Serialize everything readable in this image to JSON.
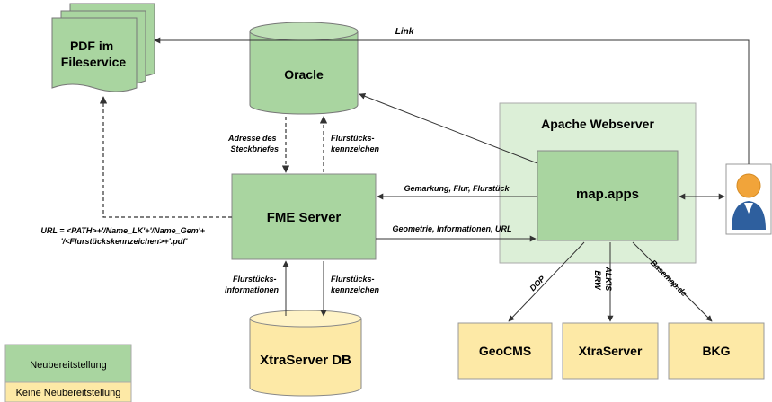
{
  "colors": {
    "green": "#a9d5a0",
    "green_dark": "#8cc486",
    "light_green_panel": "#dcefd7",
    "yellow": "#fde9a6",
    "yellow_dark": "#e8d38a",
    "person_head": "#f1a43a",
    "person_body": "#2e5f9e",
    "arrow": "#333333"
  },
  "nodes": {
    "pdf": "PDF im\nFileservice",
    "oracle": "Oracle",
    "fme": "FME Server",
    "apache": "Apache Webserver",
    "mapapps": "map.apps",
    "xtradb": "XtraServer DB",
    "geocms": "GeoCMS",
    "xtraserver": "XtraServer",
    "bkg": "BKG",
    "user_icon": "person-icon"
  },
  "edges": {
    "link": "Link",
    "adresse": "Adresse des\nSteckbriefes",
    "flurstuecks_kz_up": "Flurstücks-\nkennzeichen",
    "gemarkung": "Gemarkung, Flur, Flurstück",
    "geometrie": "Geometrie, Informationen, URL",
    "url": "URL = <PATH>+'/Name_LK'+'/Name_Gem'+\n'/<Flurstückskennzeichen>+'.pdf'",
    "flurstuecks_info": "Flurstücks-\ninformationen",
    "flurstuecks_kz_down": "Flurstücks-\nkennzeichen",
    "dop": "DOP",
    "alkis": "ALKIS\nBRW",
    "basemap": "Basemap.de"
  },
  "legend": {
    "neu": "Neubereitstellung",
    "keine": "Keine Neubereitstellung"
  }
}
